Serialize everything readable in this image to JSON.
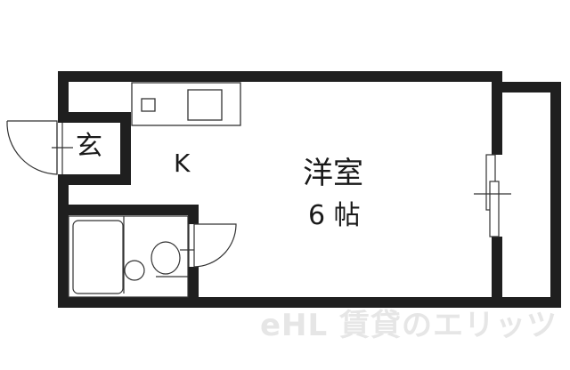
{
  "floorplan": {
    "rooms": {
      "entrance": {
        "label": "玄"
      },
      "kitchen": {
        "label": "K"
      },
      "western_room": {
        "label": "洋室",
        "size": "6 帖"
      }
    },
    "watermark": {
      "text": "eHL 賃貸のエリッツ"
    },
    "colors": {
      "wall": "#1f1f1f",
      "line": "#333333",
      "background": "#ffffff",
      "watermark": "#e6e6e6"
    }
  }
}
